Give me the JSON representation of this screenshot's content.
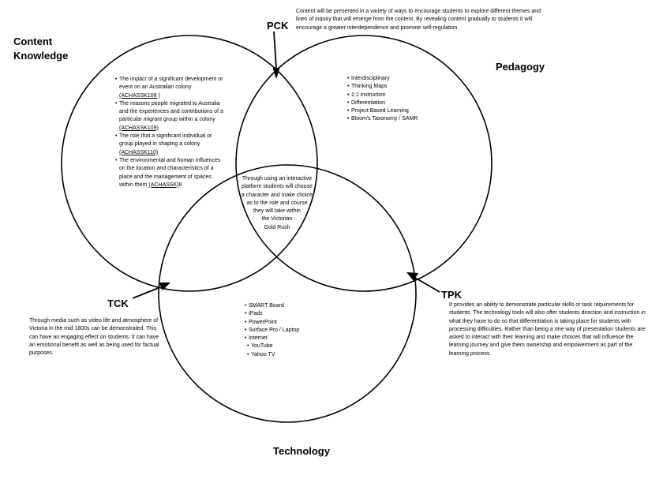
{
  "labels": {
    "content_knowledge_1": "Content",
    "content_knowledge_2": "Knowledge",
    "pedagogy": "Pedagogy",
    "technology": "Technology",
    "pck": "PCK",
    "tck": "TCK",
    "tpk": "TPK"
  },
  "pck_note": "Content will be presented in a variety of ways to encourage students to explore different themes and lines of inquiry that will emerge from the content. By revealing content gradually to students it will encourage a greater interdependence and promote self-regulation.",
  "content_items": [
    {
      "pre": "The impact of a significant development or event on an Australian colony ",
      "code": "(ACHASSK108 )"
    },
    {
      "pre": "The reasons people migrated to Australia and the experiences and contributions of a particular migrant group within a colony ",
      "code": "(ACHASSK109)"
    },
    {
      "pre": "The role that a significant individual or group played in shaping a colony ",
      "code": "(ACHASSK110)"
    },
    {
      "pre": "The environmental and human influences on the location and characteristics of a place and the management of spaces within them ",
      "code": "(ACHASSK)",
      "post": "8"
    }
  ],
  "pedagogy_items": [
    "Interdisciplinary",
    "Thinking Maps",
    "1:1 instruction",
    "Differentiation",
    "Project Based Learning",
    "Bloom's Taxonomy / SAMR"
  ],
  "center_text": [
    "Through using an interactive",
    "platform students will choose",
    "a character and make choice",
    "as to the role and course",
    "they will take within",
    "the Victorian",
    "Gold Rush"
  ],
  "tech_items": [
    "SMART Board",
    "iPads",
    "PowerPoint",
    "Surface Pro / Laptop",
    "Internet"
  ],
  "tech_sub_items": [
    "YouTube",
    "Yahoo TV"
  ],
  "tck_note": "Through media such as video life and atmosphere of Victoria in the mid 1800s can be demonstrated. This can have an engaging effect on students. It can have an emotional benefit as well as being used for factual purposes.",
  "tpk_note": "It provides an ability to demonstrate particular skills or task requirements for students. The technology tools will also offer students direction and instruction in what they have to do so that differentiation is taking place for students with processing difficulties.  Rather than being a one way of presentation students are asked to interact with their learning and make choices that will influence the learning journey and give them ownership and empowerment as part of the learning process."
}
